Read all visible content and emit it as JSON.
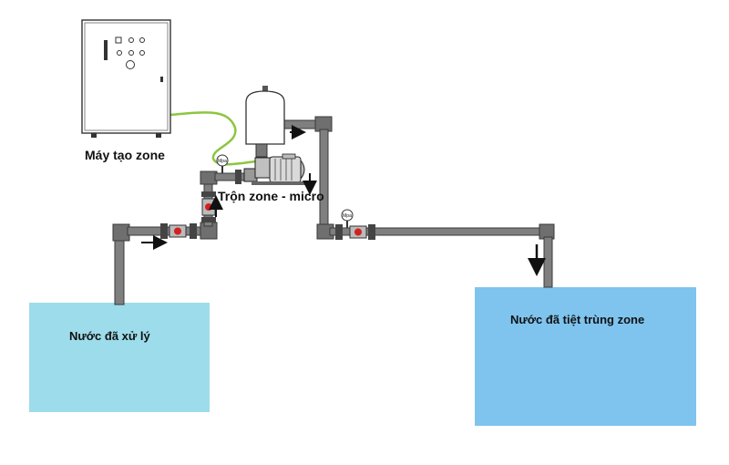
{
  "labels": {
    "ozone_generator": "Máy tạo zone",
    "mixer": "Trộn zone - micro",
    "source_tank": "Nước đã xử lý",
    "destination_tank": "Nước đã tiệt trùng zone"
  },
  "gauge_text": "Mpa",
  "colors": {
    "source_tank": "#9ddcea",
    "destination_tank": "#7ec4ee",
    "pipe": "#7f7f7f",
    "pipe_outline": "#3a3a3a",
    "ozone_hose": "#8cc63f",
    "valve_red": "#d42020"
  },
  "icons": {
    "ozone_generator": "control-cabinet-icon",
    "pump": "pump-motor-icon",
    "tank": "pressure-tank-icon",
    "gauge": "pressure-gauge-icon",
    "valve": "ball-valve-icon",
    "flow": "flow-arrow-icon"
  }
}
